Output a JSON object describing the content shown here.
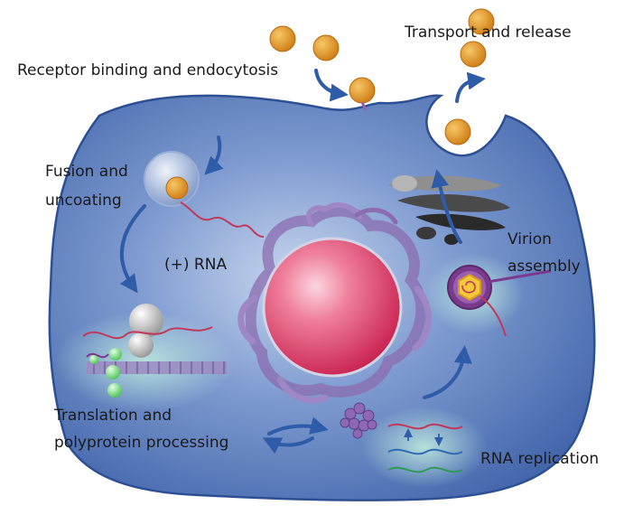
{
  "labels": {
    "transport": "Transport and release",
    "receptor": "Receptor binding and endocytosis",
    "fusion_line1": "Fusion and",
    "fusion_line2": "uncoating",
    "plus_rna": "(+) RNA",
    "virion_line1": "Virion",
    "virion_line2": "assembly",
    "translation_line1": "Translation and",
    "translation_line2": "polyprotein processing",
    "replication": "RNA replication"
  },
  "colors": {
    "cell": "#4f72b5",
    "cell_edge": "#2d4f93",
    "arrow": "#2f5ca8",
    "virion": "#e39b2a",
    "nucleus": "#e0416a",
    "er": "#8b6cb0",
    "rna": "#c0395a"
  }
}
